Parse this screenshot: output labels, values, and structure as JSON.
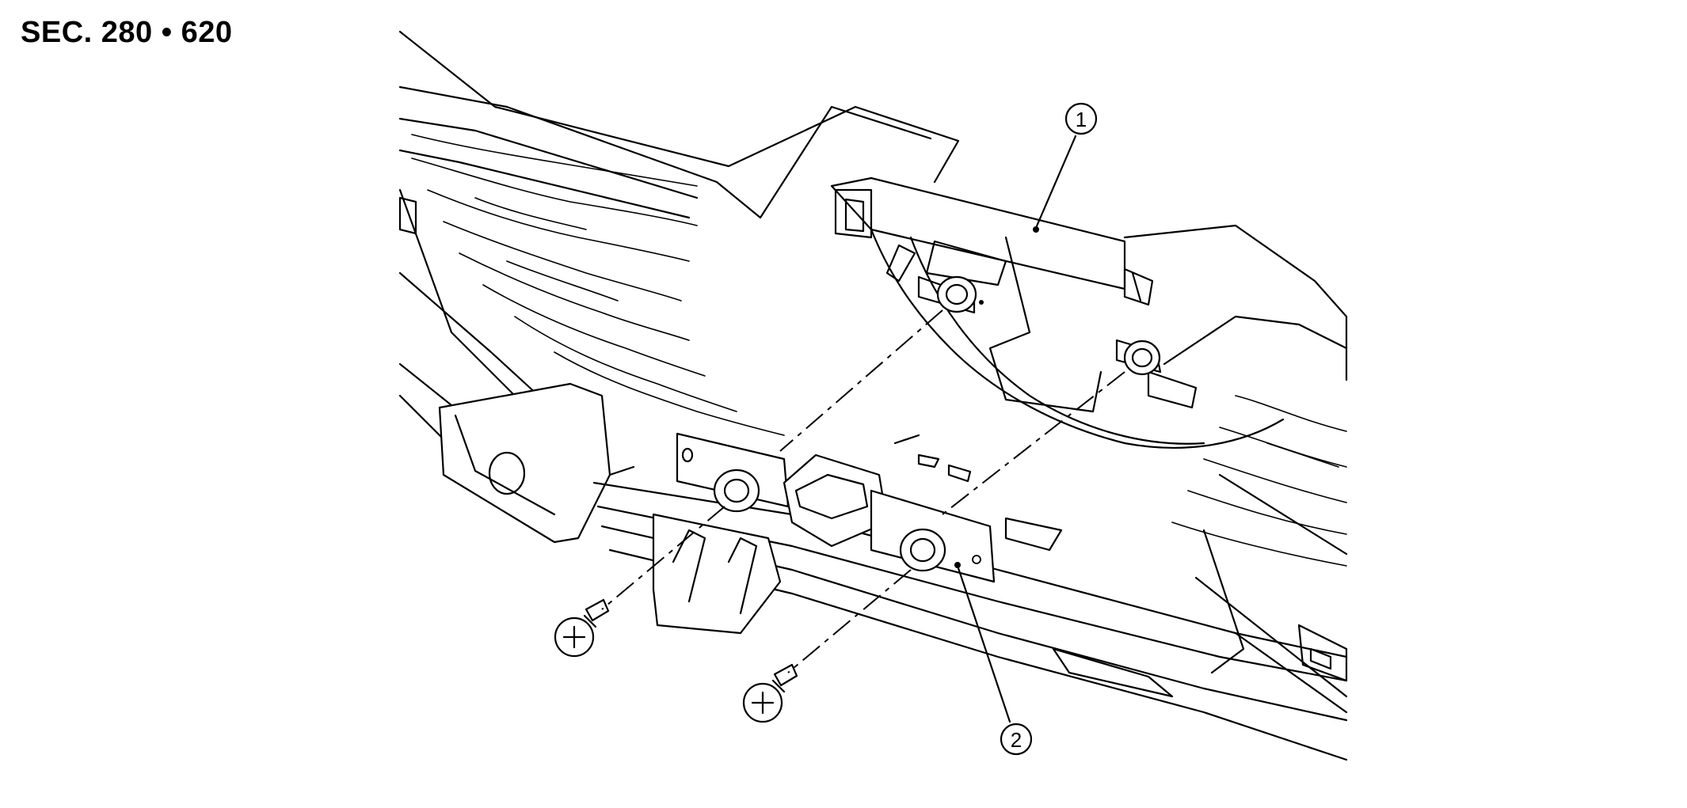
{
  "section_label": "SEC. 280 • 620",
  "callouts": [
    {
      "id": "1"
    },
    {
      "id": "2"
    }
  ]
}
